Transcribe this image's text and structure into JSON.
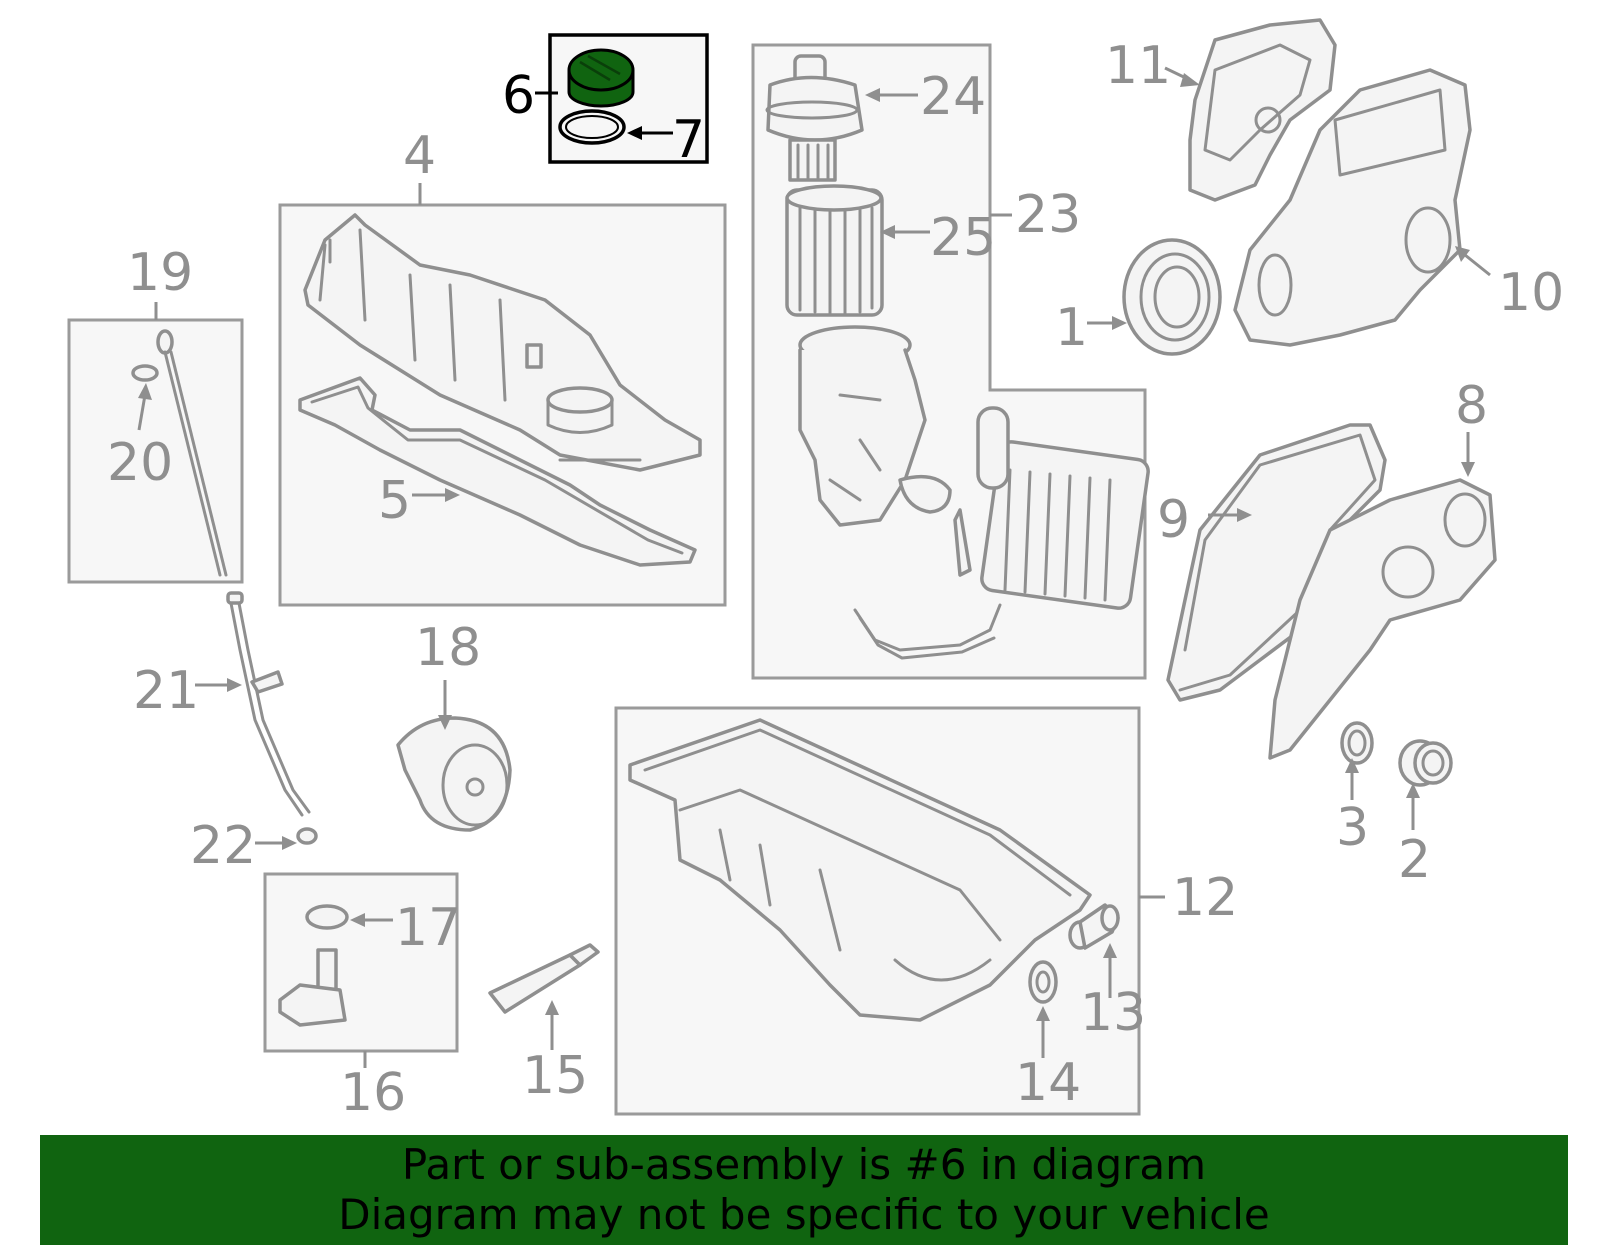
{
  "labels": {
    "p1": "1",
    "p2": "2",
    "p3": "3",
    "p4": "4",
    "p5": "5",
    "p6": "6",
    "p7": "7",
    "p8": "8",
    "p9": "9",
    "p10": "10",
    "p11": "11",
    "p12": "12",
    "p13": "13",
    "p14": "14",
    "p15": "15",
    "p16": "16",
    "p17": "17",
    "p18": "18",
    "p19": "19",
    "p20": "20",
    "p21": "21",
    "p22": "22",
    "p23": "23",
    "p24": "24",
    "p25": "25"
  },
  "banner": {
    "line1": "Part or sub-assembly is #6 in diagram",
    "line2": "Diagram may not be specific to your vehicle"
  },
  "colors": {
    "highlight": "#106410",
    "part_stroke": "#8f8f8f",
    "banner_bg": "#106410"
  }
}
